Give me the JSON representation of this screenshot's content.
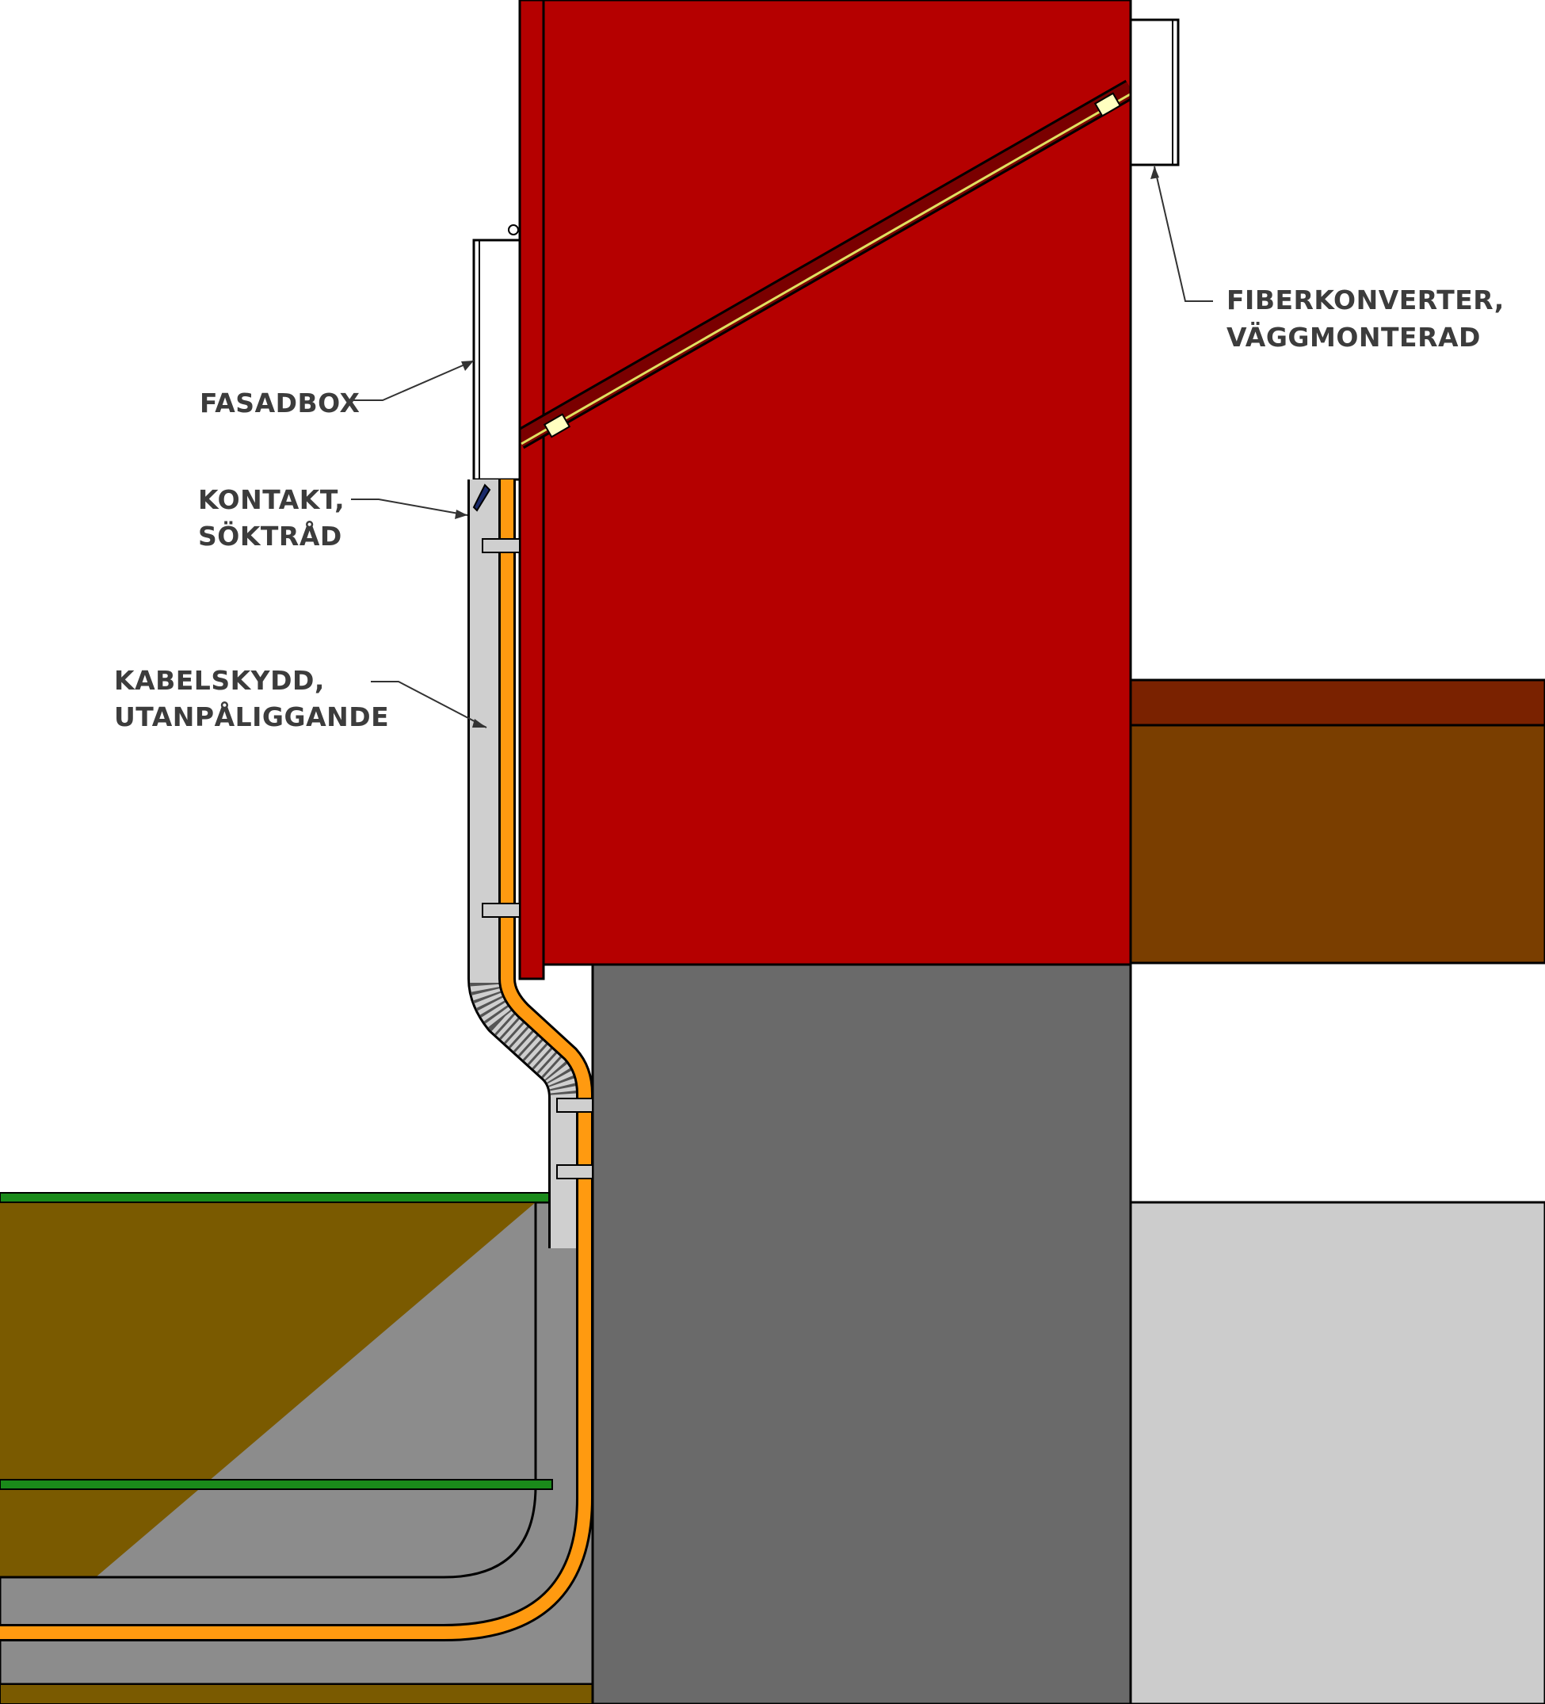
{
  "labels": {
    "fasadbox": "FASADBOX",
    "kontakt_line1": "KONTAKT,",
    "kontakt_line2": "SÖKTRÅD",
    "kabelskydd_line1": "KABELSKYDD,",
    "kabelskydd_line2": "UTANPÅLIGGANDE",
    "fiberkonverter_line1": "FIBERKONVERTER,",
    "fiberkonverter_line2": "VÄGGMONTERAD"
  },
  "colors": {
    "wall": "#b50000",
    "floor_top": "#7a2200",
    "floor_joist": "#7a3e00",
    "foundation": "#6a6a6a",
    "soil": "#7a5a00",
    "grass": "#1a8a1a",
    "gravel": "#8c8c8c",
    "floor_slab": "#cccccc",
    "fiber_cable": "#ff9a10",
    "conduit": "#cfcfcf",
    "box": "#ffffff",
    "leader": "#333333",
    "label_text": "#3c3c3c"
  }
}
